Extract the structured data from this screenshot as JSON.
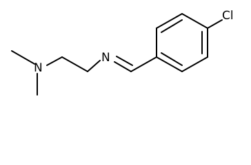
{
  "molecule": {
    "atoms": {
      "chlorine": "Cl",
      "imine_nitrogen": "N",
      "amine_nitrogen": "N"
    },
    "colors": {
      "background": "#ffffff",
      "ink": "#000000"
    }
  }
}
